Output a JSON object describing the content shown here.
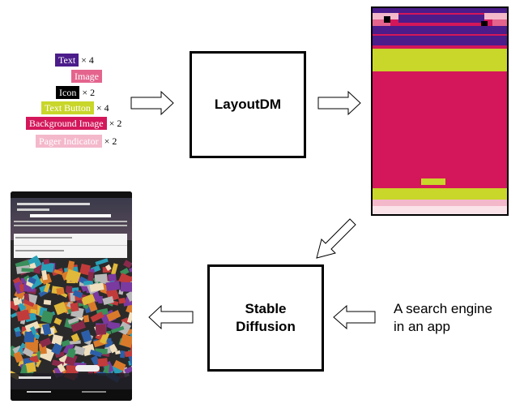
{
  "legend": {
    "items": [
      {
        "label": "Text",
        "count": "× 4",
        "color": "#4b1c8a"
      },
      {
        "label": "Image",
        "count": "",
        "color": "#e4648e"
      },
      {
        "label": "Icon",
        "count": "× 2",
        "color": "#000000"
      },
      {
        "label": "Text Button",
        "count": "× 4",
        "color": "#c9d62a"
      },
      {
        "label": "Background Image",
        "count": "× 2",
        "color": "#d4175a"
      },
      {
        "label": "Pager Indicator",
        "count": "× 2",
        "color": "#f4b8cb"
      }
    ]
  },
  "boxes": {
    "layoutdm": "LayoutDM",
    "stable_diffusion_line1": "Stable",
    "stable_diffusion_line2": "Diffusion"
  },
  "prompt": {
    "line1": "A search engine",
    "line2": "in an app"
  },
  "colors": {
    "text": "#4b1c8a",
    "image": "#e4648e",
    "icon": "#000000",
    "text_button": "#c9d62a",
    "background_image": "#d4175a",
    "pager_indicator": "#f4b8cb"
  }
}
